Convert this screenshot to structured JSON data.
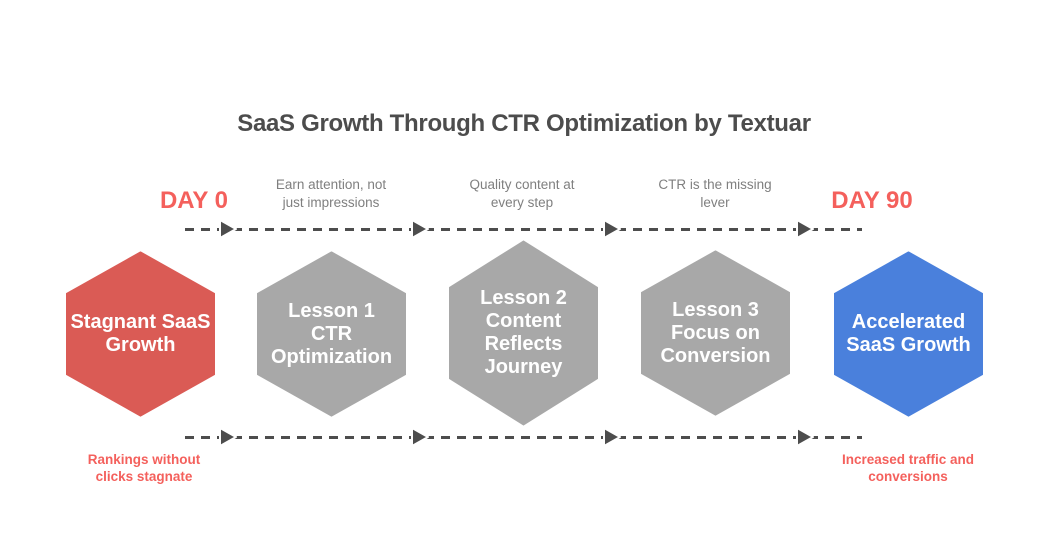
{
  "title": {
    "text": "SaaS Growth Through CTR Optimization by Textuar",
    "color": "#4c4c4c"
  },
  "timeline": {
    "start_label": "DAY 0",
    "end_label": "DAY 90",
    "accent_color": "#f4605c",
    "line_color": "#4d4d4d",
    "arrowhead_icon": "triangle-right"
  },
  "top_notes": [
    "Earn attention, not\njust impressions",
    "Quality content at\nevery step",
    "CTR is the missing\nlever"
  ],
  "hexagons": [
    {
      "label": "Stagnant SaaS\nGrowth",
      "color": "#da5b55"
    },
    {
      "label": "Lesson 1\nCTR\nOptimization",
      "color": "#a8a8a8"
    },
    {
      "label": "Lesson 2\nContent\nReflects\nJourney",
      "color": "#a8a8a8"
    },
    {
      "label": "Lesson 3\nFocus on\nConversion",
      "color": "#a8a8a8"
    },
    {
      "label": "Accelerated\nSaaS Growth",
      "color": "#4a80dc"
    }
  ],
  "bottom_notes": [
    "Rankings without\nclicks stagnate",
    "Increased traffic and\nconversions"
  ]
}
